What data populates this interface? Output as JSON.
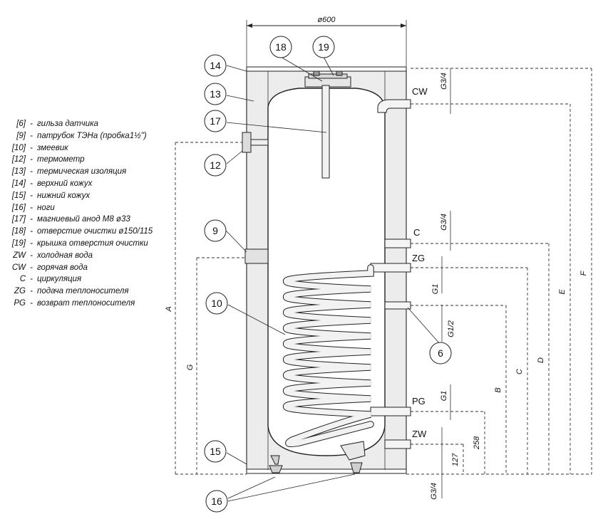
{
  "legend": [
    {
      "code": "[6]",
      "text": "гильза датчика"
    },
    {
      "code": "[9]",
      "text": "патрубок ТЭНа (пробка1½\")"
    },
    {
      "code": "[10]",
      "text": "змеевик"
    },
    {
      "code": "[12]",
      "text": "термометр"
    },
    {
      "code": "[13]",
      "text": "термическая изоляция"
    },
    {
      "code": "[14]",
      "text": "верхний кожух"
    },
    {
      "code": "[15]",
      "text": "нижний кожух"
    },
    {
      "code": "[16]",
      "text": "ноги"
    },
    {
      "code": "[17]",
      "text": "магниевый анод M8 ø33"
    },
    {
      "code": "[18]",
      "text": "отверстие очистки ø150/115"
    },
    {
      "code": "[19]",
      "text": "крышка отверстия очистки"
    },
    {
      "code": "ZW",
      "text": "холодная вода"
    },
    {
      "code": "CW",
      "text": "горячая вода"
    },
    {
      "code": "C",
      "text": "циркуляция"
    },
    {
      "code": "ZG",
      "text": "подача теплоносителя"
    },
    {
      "code": "PG",
      "text": "возврат теплоносителя"
    }
  ],
  "legend_separator": "-",
  "callouts": {
    "c6": "6",
    "c9": "9",
    "c10": "10",
    "c12": "12",
    "c13": "13",
    "c14": "14",
    "c15": "15",
    "c16": "16",
    "c17": "17",
    "c18": "18",
    "c19": "19"
  },
  "ports": {
    "cw": "CW",
    "c": "C",
    "zg": "ZG",
    "pg": "PG",
    "zw": "ZW"
  },
  "thread_labels": {
    "cw": "G3/4",
    "c": "G3/4",
    "zg": "G1",
    "sensor": "G1/2",
    "pg": "G1",
    "zw": "G3/4"
  },
  "dimensions": {
    "diameter": "ø600",
    "a": "A",
    "g": "G",
    "b": "B",
    "c": "C",
    "d": "D",
    "e": "E",
    "f": "F",
    "d258": "258",
    "d127": "127"
  }
}
